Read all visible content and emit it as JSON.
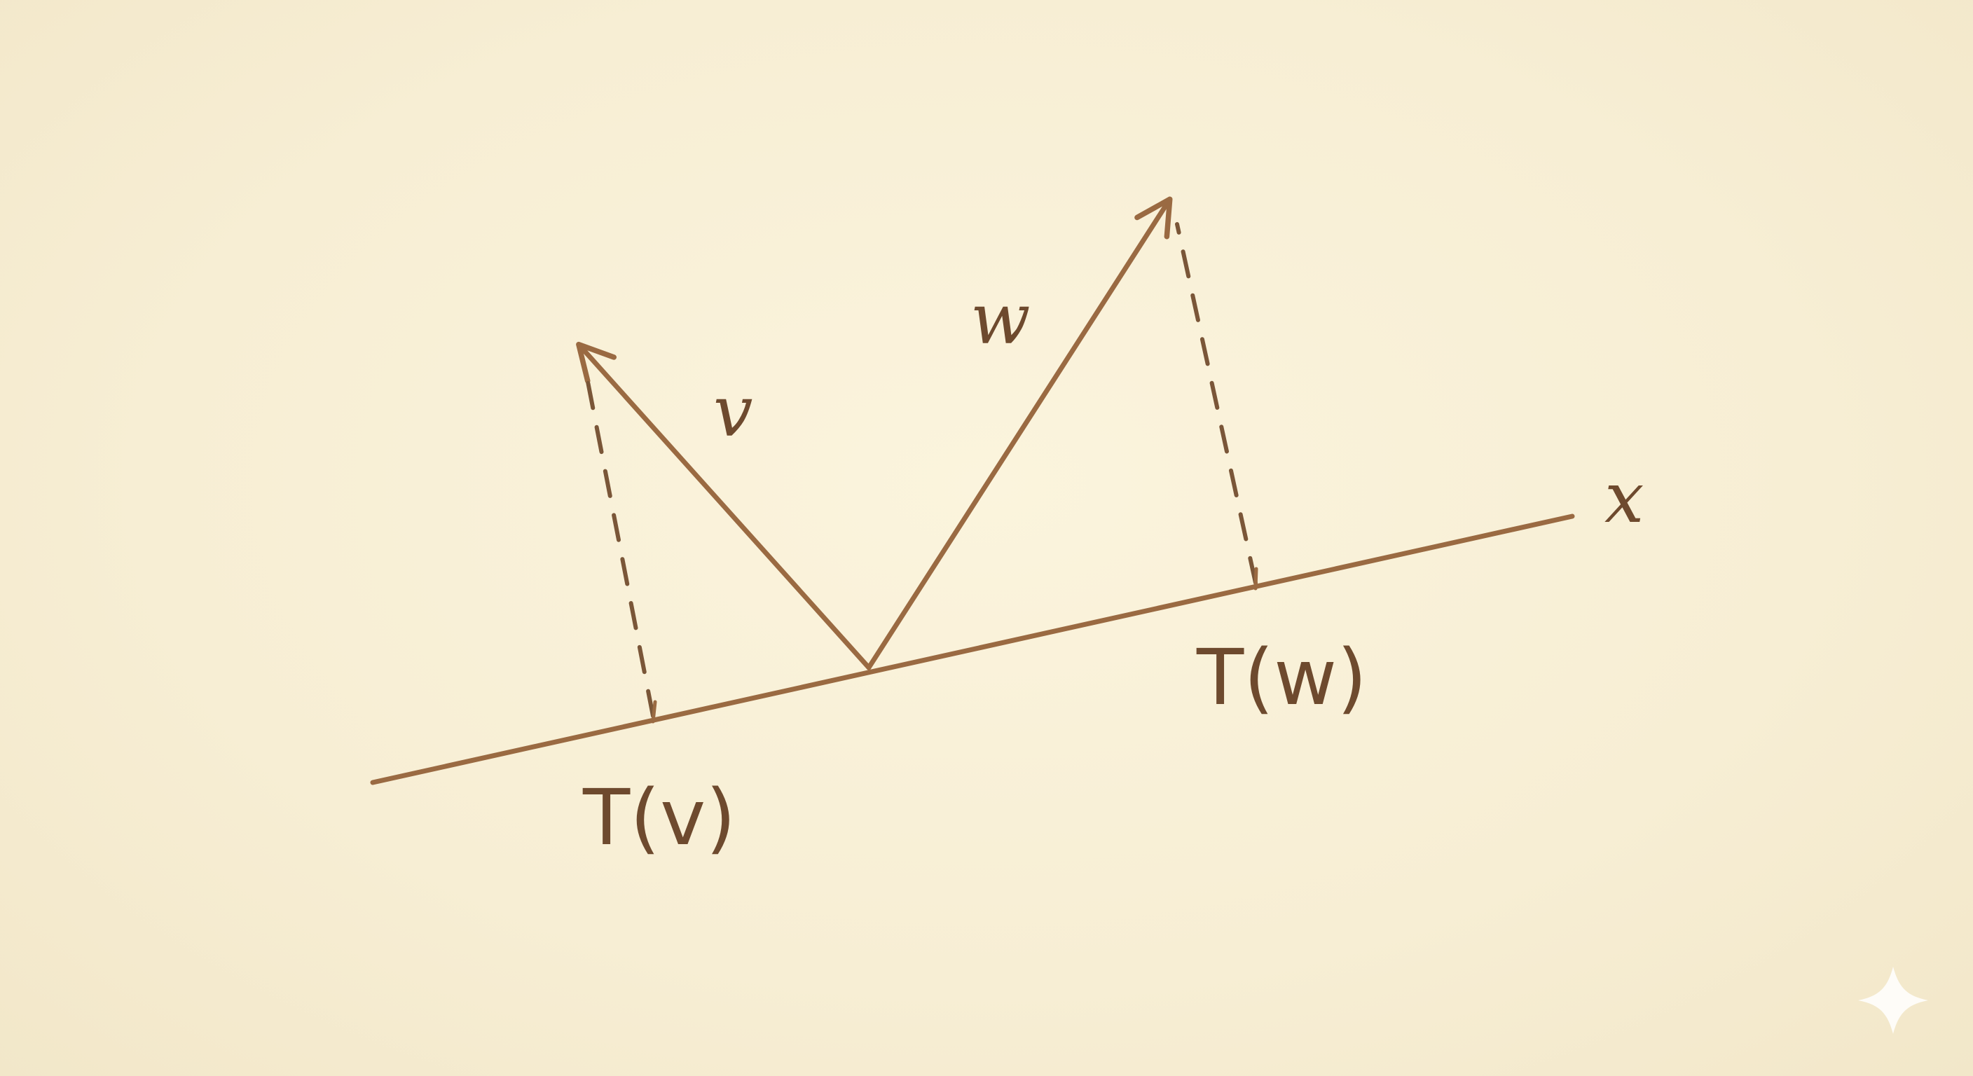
{
  "diagram": {
    "ink_color": "#9a6a42",
    "dash_color": "#7a5638",
    "labels": {
      "v": "v",
      "w": "w",
      "axis": "x",
      "t_of_v": "T(v)",
      "t_of_w": "T(w)"
    },
    "icons": [
      "sparkle-icon"
    ]
  }
}
